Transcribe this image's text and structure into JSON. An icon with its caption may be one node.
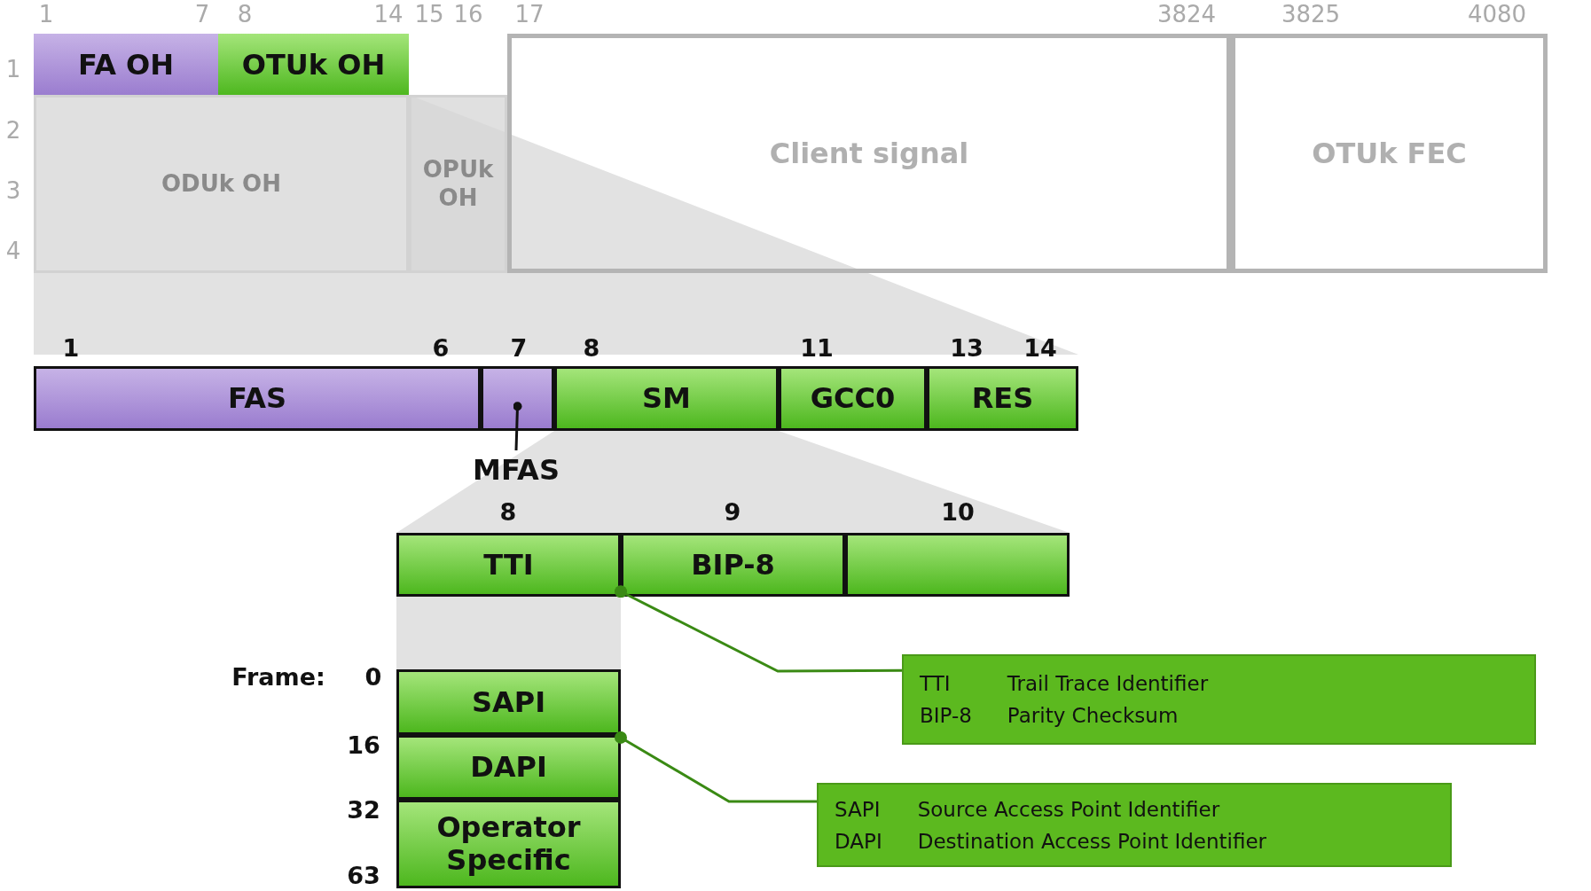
{
  "diagram": {
    "nodes": [
      {
        "text": [
          "FA OH"
        ]
      },
      {
        "text": [
          "OTUk OH"
        ]
      },
      {
        "text": [
          "ODUk OH"
        ]
      },
      {
        "text": [
          "OPUk OH"
        ]
      },
      {
        "text": [
          "Client signal"
        ]
      },
      {
        "text": [
          "OTUk FEC"
        ]
      },
      {
        "text": [
          "FAS"
        ]
      },
      {
        "text": [],
        "shape": "box"
      },
      {
        "text": [
          "MFAS"
        ]
      },
      {
        "text": [
          "SM"
        ]
      },
      {
        "text": [
          "GCC0"
        ]
      },
      {
        "text": [
          "RES"
        ]
      },
      {
        "text": [
          "TTI"
        ]
      },
      {
        "text": [
          "BIP-8"
        ]
      },
      {
        "text": [],
        "shape": "box"
      },
      {
        "text": [
          "SAPI"
        ]
      },
      {
        "text": [
          "DAPI"
        ]
      },
      {
        "text": [
          "Operator Specific"
        ]
      },
      {
        "text": [
          "TTI",
          "Trail Trace Identifier",
          "BIP-8",
          "Parity Checksum"
        ]
      },
      {
        "text": [
          "SAPI",
          "Source Access Point Identifier",
          "DAPI",
          "Destination Access Point Identifier"
        ]
      }
    ],
    "edges": [
      {
        "from": 7,
        "to": 8,
        "arrow": "other",
        "color": "#111111"
      },
      {
        "from": 12,
        "to": 18,
        "arrow": "other"
      },
      {
        "from": 16,
        "to": 19,
        "arrow": "other"
      }
    ],
    "labels": [
      "1",
      "7",
      "8",
      "14",
      "15",
      "16",
      "17",
      "3824",
      "3825",
      "4080",
      "1",
      "2",
      "3",
      "4",
      "1",
      "6",
      "7",
      "8",
      "11",
      "13",
      "14",
      "8",
      "9",
      "10",
      "Frame:",
      "0",
      "16",
      "32",
      "63"
    ]
  }
}
